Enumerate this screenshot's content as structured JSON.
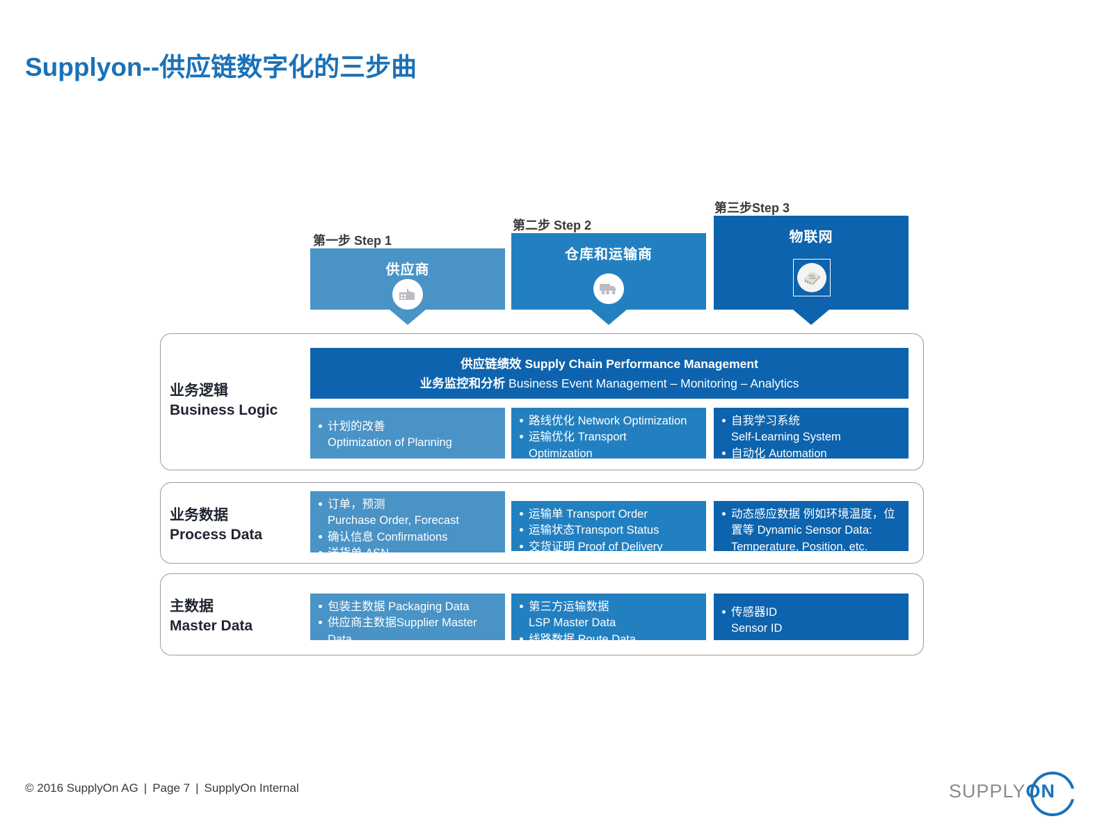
{
  "slide": {
    "title": "Supplyon--供应链数字化的三步曲"
  },
  "steps": [
    {
      "label": "第一步 Step 1",
      "title": "供应商",
      "icon": "factory-icon",
      "color": "#4a93c6",
      "arrow_color": "#4a93c6"
    },
    {
      "label": "第二步 Step 2",
      "title": "仓库和运输商",
      "icon": "truck-icon",
      "color": "#2380c0",
      "arrow_color": "#2380c0"
    },
    {
      "label": "第三步Step 3",
      "title": "物联网",
      "icon": "sensor-chip-image",
      "color": "#0d63ad",
      "arrow_color": "#0d63ad"
    }
  ],
  "banner": {
    "line1_cn": "供应链绩效",
    "line1_en": "Supply Chain Performance Management",
    "line2_cn": "业务监控和分析",
    "line2_en": "Business Event Management – Monitoring – Analytics",
    "color": "#0d63ad"
  },
  "rows": [
    {
      "label_cn": "业务逻辑",
      "label_en": "Business Logic",
      "cells": [
        {
          "color": "#4a93c6",
          "items": [
            {
              "bullet": true,
              "text": "计划的改善"
            },
            {
              "bullet": false,
              "text": "Optimization of Planning"
            }
          ]
        },
        {
          "color": "#2380c0",
          "items": [
            {
              "bullet": true,
              "text": "路线优化 Network Optimization"
            },
            {
              "bullet": true,
              "text": "运输优化 Transport"
            },
            {
              "bullet": false,
              "text": "Optimization"
            }
          ]
        },
        {
          "color": "#0d63ad",
          "items": [
            {
              "bullet": true,
              "text": "自我学习系统"
            },
            {
              "bullet": false,
              "text": "Self-Learning System"
            },
            {
              "bullet": true,
              "text": "自动化 Automation"
            }
          ]
        }
      ]
    },
    {
      "label_cn": "业务数据",
      "label_en": "Process Data",
      "cells": [
        {
          "color": "#4a93c6",
          "items": [
            {
              "bullet": true,
              "text": "订单，预测"
            },
            {
              "bullet": false,
              "text": "Purchase Order, Forecast"
            },
            {
              "bullet": true,
              "text": "确认信息 Confirmations"
            },
            {
              "bullet": true,
              "text": "送货单 ASN"
            }
          ]
        },
        {
          "color": "#2380c0",
          "items": [
            {
              "bullet": true,
              "text": "运输单 Transport Order"
            },
            {
              "bullet": true,
              "text": "运输状态Transport Status"
            },
            {
              "bullet": true,
              "text": "交货证明 Proof of Delivery"
            }
          ]
        },
        {
          "color": "#0d63ad",
          "items": [
            {
              "bullet": true,
              "text": "动态感应数据 例如环境温度，位"
            },
            {
              "bullet": false,
              "text": "置等 Dynamic Sensor Data:"
            },
            {
              "bullet": false,
              "text": "Temperature, Position, etc."
            }
          ]
        }
      ]
    },
    {
      "label_cn": "主数据",
      "label_en": "Master Data",
      "cells": [
        {
          "color": "#4a93c6",
          "items": [
            {
              "bullet": true,
              "text": "包装主数据 Packaging Data"
            },
            {
              "bullet": true,
              "text": "供应商主数据Supplier Master"
            },
            {
              "bullet": false,
              "text": "Data"
            }
          ]
        },
        {
          "color": "#2380c0",
          "items": [
            {
              "bullet": true,
              "text": "第三方运输数据"
            },
            {
              "bullet": false,
              "text": "LSP Master Data"
            },
            {
              "bullet": true,
              "text": "线路数据 Route Data"
            }
          ]
        },
        {
          "color": "#0d63ad",
          "items": [
            {
              "bullet": true,
              "text": "传感器ID"
            },
            {
              "bullet": false,
              "text": "Sensor ID"
            }
          ]
        }
      ]
    }
  ],
  "footer": {
    "copyright": "© 2016 SupplyOn AG",
    "page": "Page 7",
    "classification": "SupplyOn Internal",
    "separator": "|"
  },
  "logo": {
    "part1": "SUPPLY",
    "part2": "ON",
    "gray": "#8a8a8a",
    "blue": "#1a71b8"
  }
}
